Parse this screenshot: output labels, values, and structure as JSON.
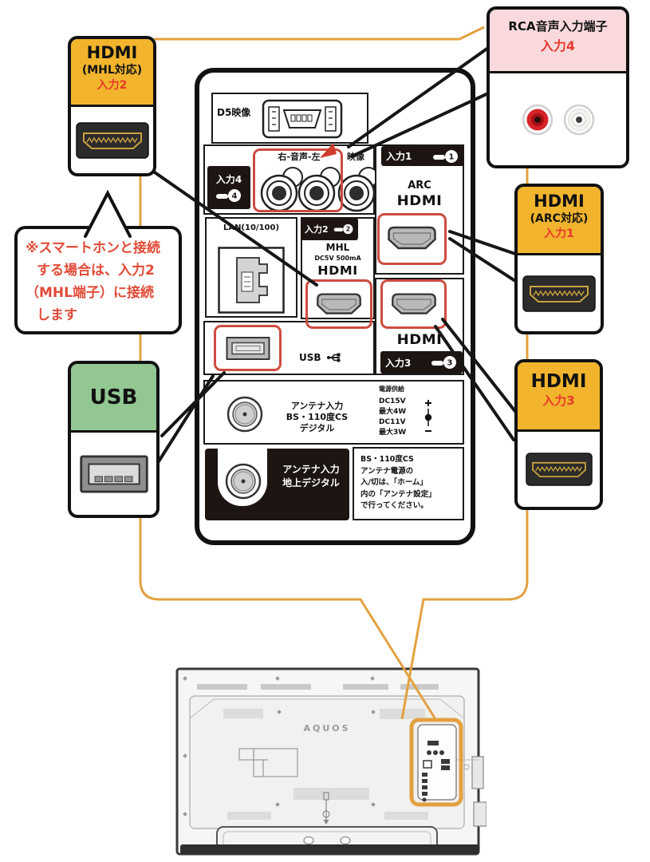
{
  "colors": {
    "accent_orange": "#E2A13F",
    "highlight_red": "#CD4B41",
    "label_red": "#E8392C",
    "header_yellow": "#F2B42D",
    "header_pink": "#F9D9DC",
    "header_green": "#92C792"
  },
  "callouts": {
    "rca": {
      "title": "RCA音声入力端子",
      "input": "入力4"
    },
    "hdmi_mhl": {
      "title": "HDMI",
      "subtitle": "(MHL対応)",
      "input": "入力2"
    },
    "hdmi_arc": {
      "title": "HDMI",
      "subtitle": "(ARC対応)",
      "input": "入力1"
    },
    "hdmi_in3": {
      "title": "HDMI",
      "input": "入力3"
    },
    "usb": {
      "title": "USB"
    },
    "note_lines": [
      "※スマートホンと接続",
      "する場合は、入力2",
      "（MHL端子）に接続",
      "します"
    ]
  },
  "panel": {
    "d5": {
      "label": "D5映像"
    },
    "av": {
      "input": "入力4",
      "num": "4",
      "audio": "右-音声-左",
      "video": "映像"
    },
    "in1": {
      "label": "入力1",
      "num": "1",
      "arc": "ARC",
      "hdmi": "HDMI"
    },
    "lan": {
      "label": "LAN(10/100)"
    },
    "in2": {
      "label": "入力2",
      "num": "2",
      "mhl": "MHL",
      "power": "DC5V 500mA",
      "hdmi": "HDMI"
    },
    "in3": {
      "label": "入力3",
      "num": "3",
      "hdmi": "HDMI"
    },
    "usb": {
      "label": "USB"
    },
    "ant_bs": {
      "l1": "アンテナ入力",
      "l2": "BS・110度CS",
      "l3": "デジタル",
      "power_title": "電源供給",
      "dc": [
        "DC15V",
        "最大4W",
        "DC11V",
        "最大3W"
      ]
    },
    "ant_ter": {
      "l1": "アンテナ入力",
      "l2": "地上デジタル"
    },
    "note_lines": [
      "BS・110度CS",
      "アンテナ電源の",
      "入/切は、「ホーム」",
      "内の「アンテナ設定」",
      "で行ってください。"
    ]
  },
  "tv": {
    "brand": "AQUOS"
  }
}
